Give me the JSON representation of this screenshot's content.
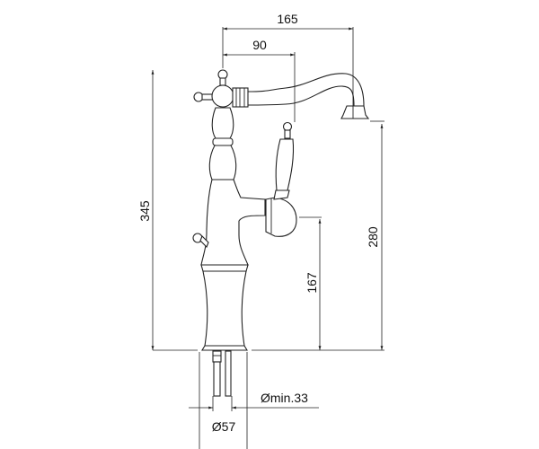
{
  "drawing": {
    "subject": "faucet",
    "dimensions": {
      "spout_reach": "165",
      "handle_offset": "90",
      "total_height": "345",
      "spout_height": "280",
      "lever_height": "167",
      "hole_diameter": "Ømin.33",
      "base_diameter": "Ø57"
    }
  }
}
